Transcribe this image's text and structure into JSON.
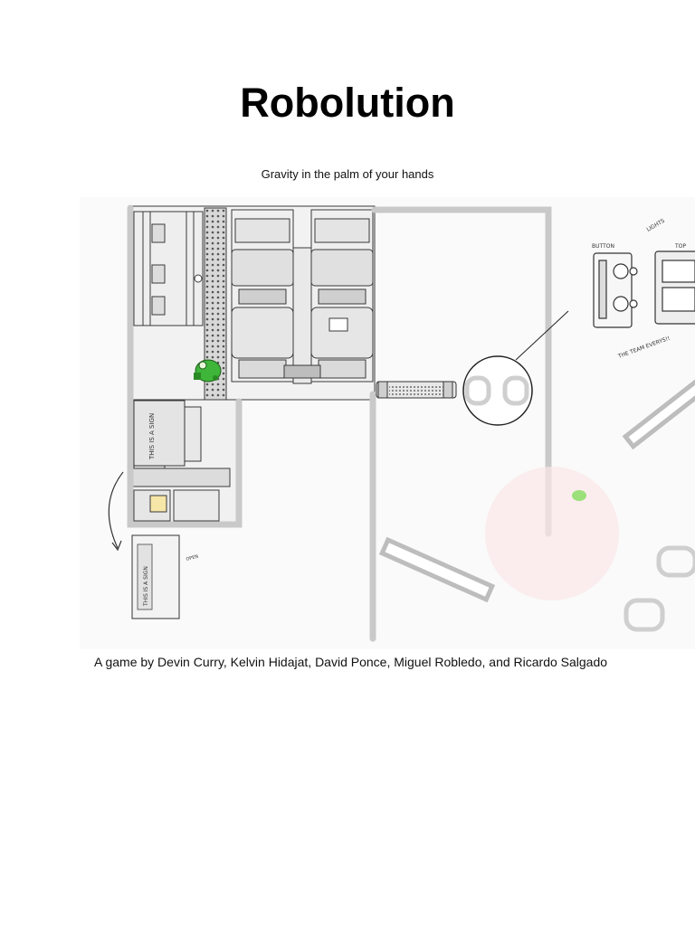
{
  "document": {
    "title": "Robolution",
    "subtitle": "Gravity in the palm of your hands",
    "credits": "A game by Devin Curry, Kelvin Hidajat, David Ponce, Miguel Robledo, and Ricardo Salgado"
  },
  "illustration": {
    "sketch_labels": {
      "button": "BUTTON",
      "lights": "LIGHTS",
      "top": "TOP",
      "note": "THE TEAM EVERYS!!",
      "sign": "THIS IS A SIGN",
      "open": "OPEN"
    },
    "colors": {
      "wall": "#c9c9c9",
      "ink": "#2a2a2a",
      "robot": "#3fb53a",
      "zone": "#fbe7e7",
      "orb": "#9be07a"
    }
  }
}
